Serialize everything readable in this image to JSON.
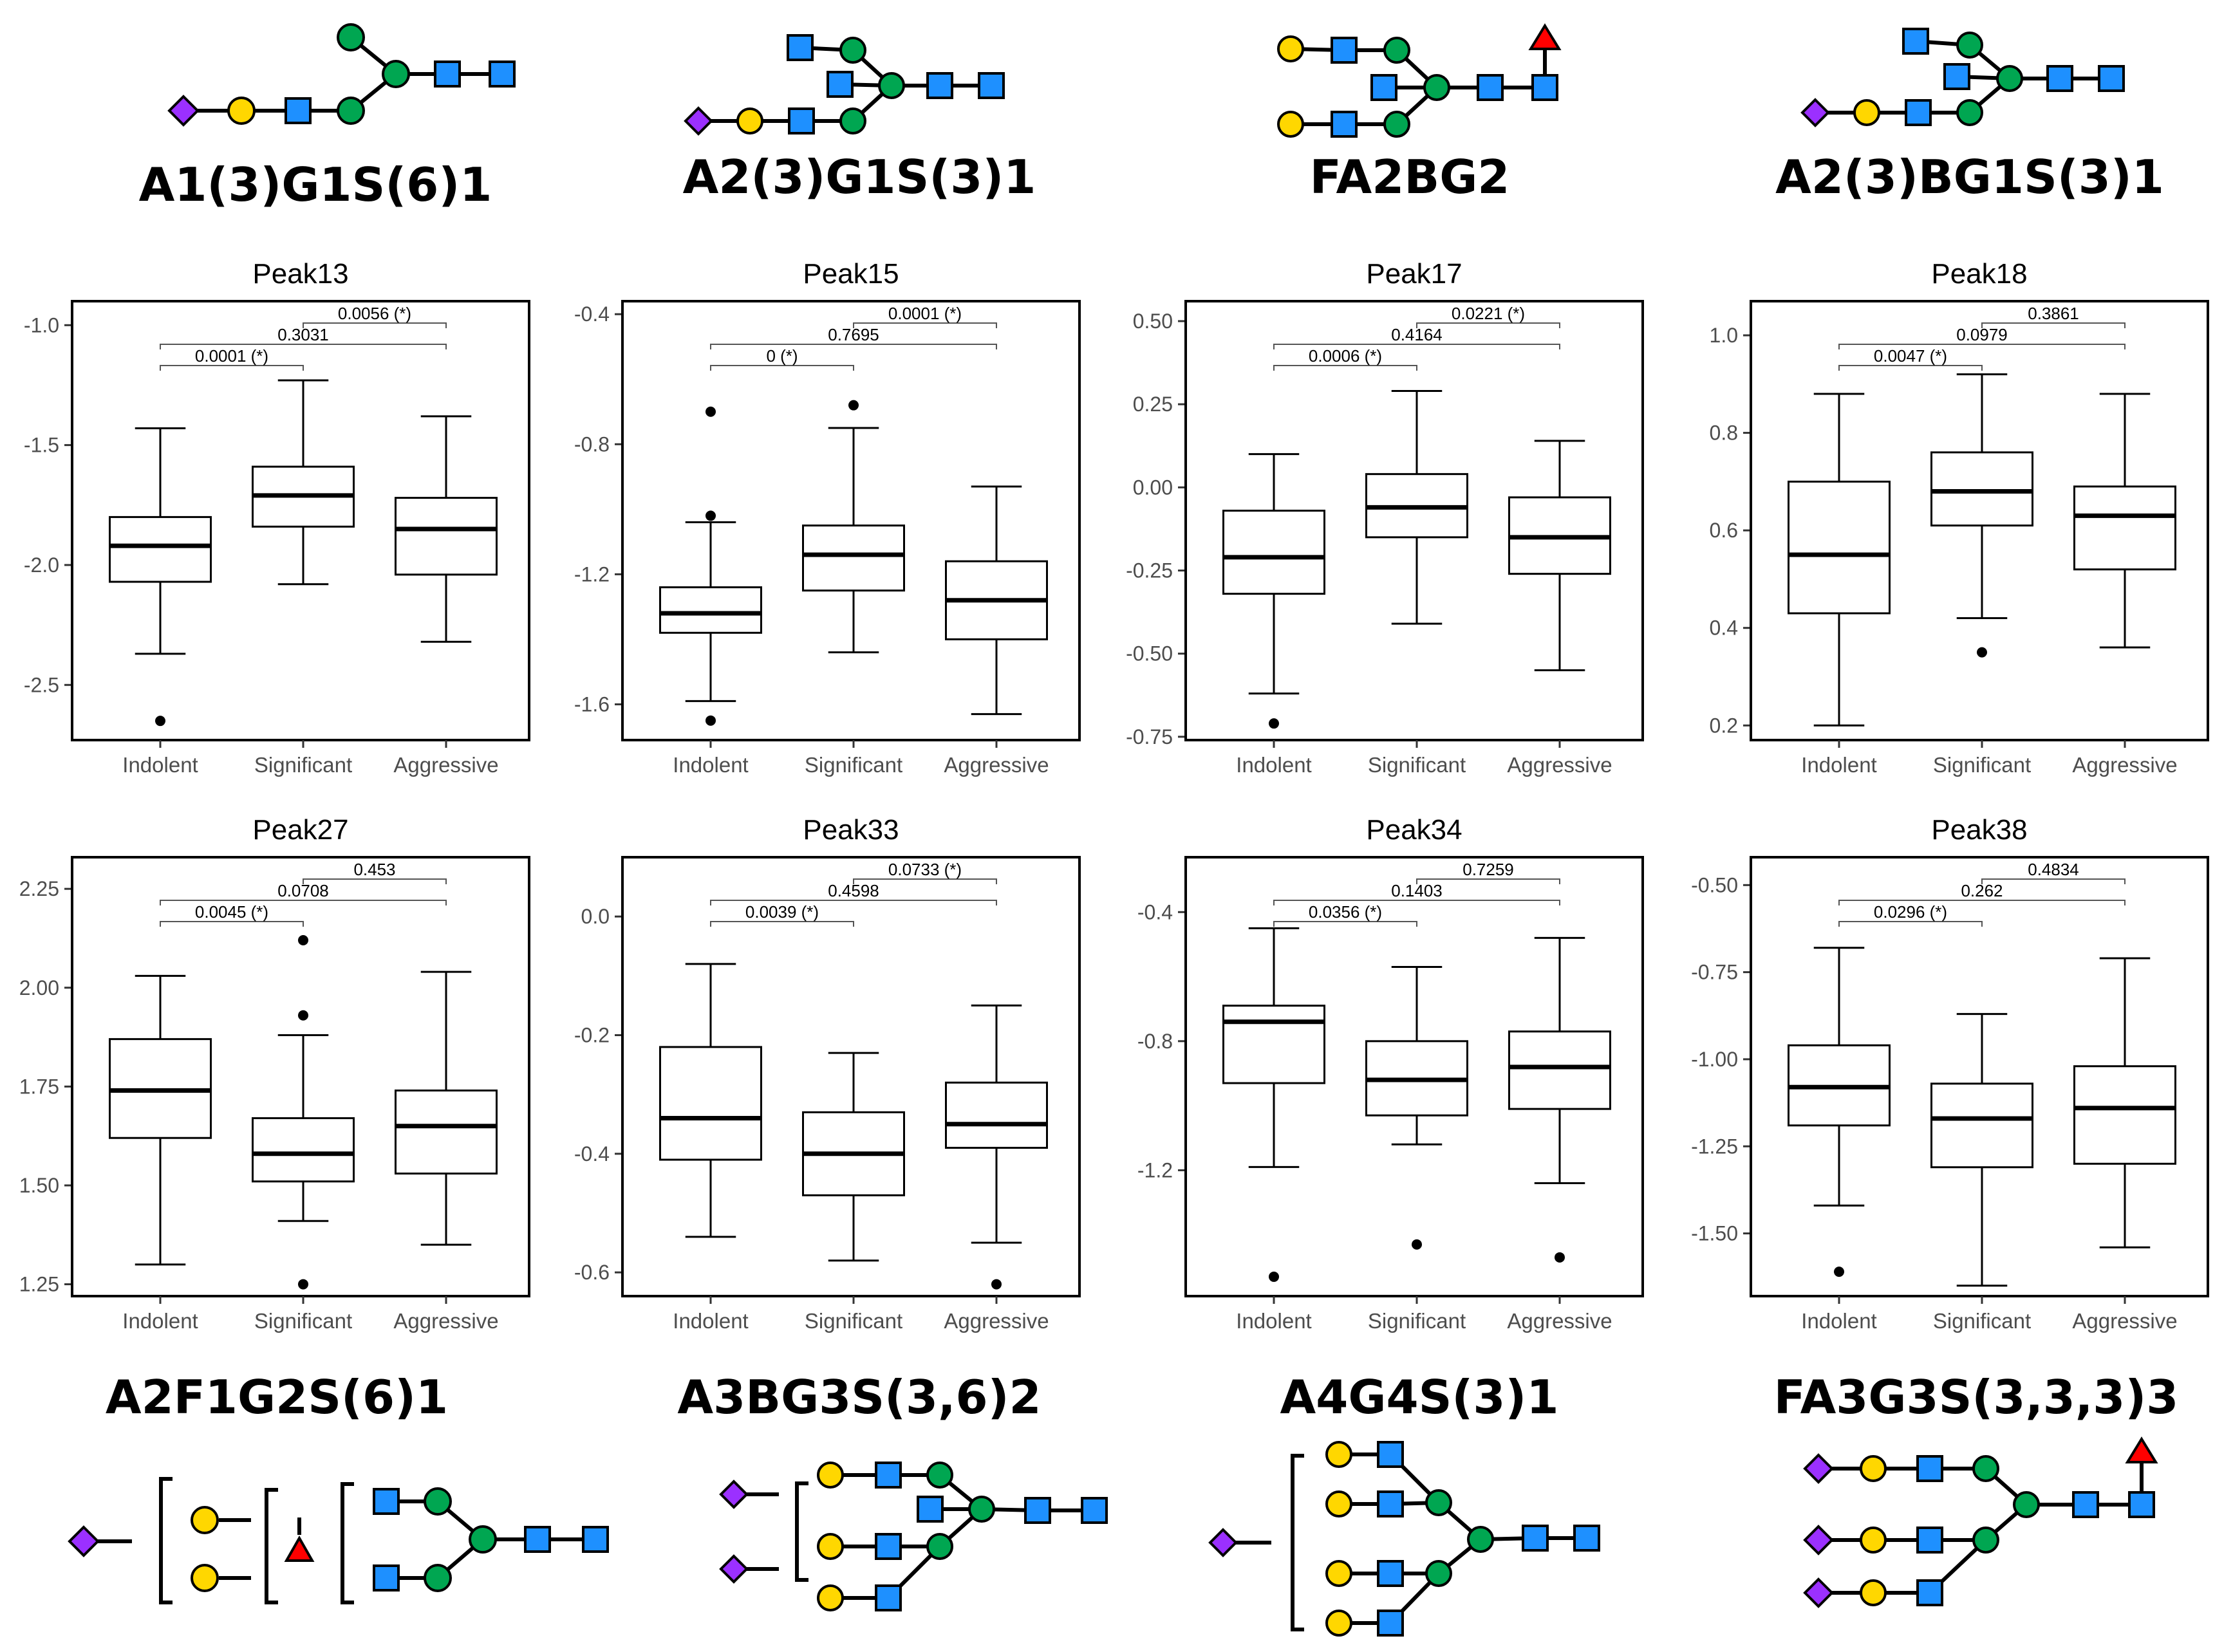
{
  "colors": {
    "sialic_acid": "#9b30ff",
    "galactose": "#ffd700",
    "glcnac": "#1e90ff",
    "mannose": "#00a651",
    "fucose": "#ff0000",
    "line": "#000000",
    "tick_label": "#4d4d4d"
  },
  "top_glycans": [
    "A1(3)G1S(6)1",
    "A2(3)G1S(3)1",
    "FA2BG2",
    "A2(3)BG1S(3)1"
  ],
  "bottom_glycans": [
    "A2F1G2S(6)1",
    "A3BG3S(3,6)2",
    "A4G4S(3)1",
    "FA3G3S(3,3,3)3"
  ],
  "chart_data": [
    {
      "type": "box",
      "title": "Peak13",
      "categories": [
        "Indolent",
        "Significant",
        "Aggressive"
      ],
      "ylim": [
        -2.73,
        -0.9
      ],
      "yticks": [
        -1.0,
        -1.5,
        -2.0,
        -2.5
      ],
      "ytick_labels": [
        "-1.0",
        "-1.5",
        "-2.0",
        "-2.5"
      ],
      "boxes": [
        {
          "whisker_low": -2.37,
          "q1": -2.07,
          "median": -1.92,
          "q3": -1.8,
          "whisker_high": -1.43,
          "outliers": [
            -2.65
          ]
        },
        {
          "whisker_low": -2.08,
          "q1": -1.84,
          "median": -1.71,
          "q3": -1.59,
          "whisker_high": -1.23,
          "outliers": []
        },
        {
          "whisker_low": -2.32,
          "q1": -2.04,
          "median": -1.85,
          "q3": -1.72,
          "whisker_high": -1.38,
          "outliers": []
        }
      ],
      "comparisons": [
        {
          "from": 0,
          "to": 1,
          "level": 0,
          "label": "0.0001 (*)"
        },
        {
          "from": 0,
          "to": 2,
          "level": 1,
          "label": "0.3031"
        },
        {
          "from": 1,
          "to": 2,
          "level": 2,
          "label": "0.0056 (*)"
        }
      ]
    },
    {
      "type": "box",
      "title": "Peak15",
      "categories": [
        "Indolent",
        "Significant",
        "Aggressive"
      ],
      "ylim": [
        -1.71,
        -0.36
      ],
      "yticks": [
        -0.4,
        -0.8,
        -1.2,
        -1.6
      ],
      "ytick_labels": [
        "-0.4",
        "-0.8",
        "-1.2",
        "-1.6"
      ],
      "boxes": [
        {
          "whisker_low": -1.59,
          "q1": -1.38,
          "median": -1.32,
          "q3": -1.24,
          "whisker_high": -1.04,
          "outliers": [
            -0.7,
            -1.02,
            -1.65
          ]
        },
        {
          "whisker_low": -1.44,
          "q1": -1.25,
          "median": -1.14,
          "q3": -1.05,
          "whisker_high": -0.75,
          "outliers": [
            -0.68
          ]
        },
        {
          "whisker_low": -1.63,
          "q1": -1.4,
          "median": -1.28,
          "q3": -1.16,
          "whisker_high": -0.93,
          "outliers": []
        }
      ],
      "comparisons": [
        {
          "from": 0,
          "to": 1,
          "level": 0,
          "label": "0 (*)"
        },
        {
          "from": 0,
          "to": 2,
          "level": 1,
          "label": "0.7695"
        },
        {
          "from": 1,
          "to": 2,
          "level": 2,
          "label": "0.0001 (*)"
        }
      ]
    },
    {
      "type": "box",
      "title": "Peak17",
      "categories": [
        "Indolent",
        "Significant",
        "Aggressive"
      ],
      "ylim": [
        -0.76,
        0.56
      ],
      "yticks": [
        0.5,
        0.25,
        0.0,
        -0.25,
        -0.5,
        -0.75
      ],
      "ytick_labels": [
        "0.50",
        "0.25",
        "0.00",
        "-0.25",
        "-0.50",
        "-0.75"
      ],
      "boxes": [
        {
          "whisker_low": -0.62,
          "q1": -0.32,
          "median": -0.21,
          "q3": -0.07,
          "whisker_high": 0.1,
          "outliers": [
            -0.71
          ]
        },
        {
          "whisker_low": -0.41,
          "q1": -0.15,
          "median": -0.06,
          "q3": 0.04,
          "whisker_high": 0.29,
          "outliers": []
        },
        {
          "whisker_low": -0.55,
          "q1": -0.26,
          "median": -0.15,
          "q3": -0.03,
          "whisker_high": 0.14,
          "outliers": []
        }
      ],
      "comparisons": [
        {
          "from": 0,
          "to": 1,
          "level": 0,
          "label": "0.0006 (*)"
        },
        {
          "from": 0,
          "to": 2,
          "level": 1,
          "label": "0.4164"
        },
        {
          "from": 1,
          "to": 2,
          "level": 2,
          "label": "0.0221 (*)"
        }
      ]
    },
    {
      "type": "box",
      "title": "Peak18",
      "categories": [
        "Indolent",
        "Significant",
        "Aggressive"
      ],
      "ylim": [
        0.17,
        1.07
      ],
      "yticks": [
        1.0,
        0.8,
        0.6,
        0.4,
        0.2
      ],
      "ytick_labels": [
        "1.0",
        "0.8",
        "0.6",
        "0.4",
        "0.2"
      ],
      "boxes": [
        {
          "whisker_low": 0.2,
          "q1": 0.43,
          "median": 0.55,
          "q3": 0.7,
          "whisker_high": 0.88,
          "outliers": []
        },
        {
          "whisker_low": 0.42,
          "q1": 0.61,
          "median": 0.68,
          "q3": 0.76,
          "whisker_high": 0.92,
          "outliers": [
            0.35
          ]
        },
        {
          "whisker_low": 0.36,
          "q1": 0.52,
          "median": 0.63,
          "q3": 0.69,
          "whisker_high": 0.88,
          "outliers": []
        }
      ],
      "comparisons": [
        {
          "from": 0,
          "to": 1,
          "level": 0,
          "label": "0.0047 (*)"
        },
        {
          "from": 0,
          "to": 2,
          "level": 1,
          "label": "0.0979"
        },
        {
          "from": 1,
          "to": 2,
          "level": 2,
          "label": "0.3861"
        }
      ]
    },
    {
      "type": "box",
      "title": "Peak27",
      "categories": [
        "Indolent",
        "Significant",
        "Aggressive"
      ],
      "ylim": [
        1.22,
        2.33
      ],
      "yticks": [
        2.25,
        2.0,
        1.75,
        1.5,
        1.25
      ],
      "ytick_labels": [
        "2.25",
        "2.00",
        "1.75",
        "1.50",
        "1.25"
      ],
      "boxes": [
        {
          "whisker_low": 1.3,
          "q1": 1.62,
          "median": 1.74,
          "q3": 1.87,
          "whisker_high": 2.03,
          "outliers": []
        },
        {
          "whisker_low": 1.41,
          "q1": 1.51,
          "median": 1.58,
          "q3": 1.67,
          "whisker_high": 1.88,
          "outliers": [
            2.12,
            1.93,
            1.25
          ]
        },
        {
          "whisker_low": 1.35,
          "q1": 1.53,
          "median": 1.65,
          "q3": 1.74,
          "whisker_high": 2.04,
          "outliers": []
        }
      ],
      "comparisons": [
        {
          "from": 0,
          "to": 1,
          "level": 0,
          "label": "0.0045 (*)"
        },
        {
          "from": 0,
          "to": 2,
          "level": 1,
          "label": "0.0708"
        },
        {
          "from": 1,
          "to": 2,
          "level": 2,
          "label": "0.453"
        }
      ]
    },
    {
      "type": "box",
      "title": "Peak33",
      "categories": [
        "Indolent",
        "Significant",
        "Aggressive"
      ],
      "ylim": [
        -0.64,
        0.1
      ],
      "yticks": [
        0.0,
        -0.2,
        -0.4,
        -0.6
      ],
      "ytick_labels": [
        "0.0",
        "-0.2",
        "-0.4",
        "-0.6"
      ],
      "boxes": [
        {
          "whisker_low": -0.54,
          "q1": -0.41,
          "median": -0.34,
          "q3": -0.22,
          "whisker_high": -0.08,
          "outliers": []
        },
        {
          "whisker_low": -0.58,
          "q1": -0.47,
          "median": -0.4,
          "q3": -0.33,
          "whisker_high": -0.23,
          "outliers": []
        },
        {
          "whisker_low": -0.55,
          "q1": -0.39,
          "median": -0.35,
          "q3": -0.28,
          "whisker_high": -0.15,
          "outliers": [
            -0.62
          ]
        }
      ],
      "comparisons": [
        {
          "from": 0,
          "to": 1,
          "level": 0,
          "label": "0.0039 (*)"
        },
        {
          "from": 0,
          "to": 2,
          "level": 1,
          "label": "0.4598"
        },
        {
          "from": 1,
          "to": 2,
          "level": 2,
          "label": "0.0733 (*)"
        }
      ]
    },
    {
      "type": "box",
      "title": "Peak34",
      "categories": [
        "Indolent",
        "Significant",
        "Aggressive"
      ],
      "ylim": [
        -1.59,
        -0.23
      ],
      "yticks": [
        -0.4,
        -0.8,
        -1.2
      ],
      "ytick_labels": [
        "-0.4",
        "-0.8",
        "-1.2"
      ],
      "boxes": [
        {
          "whisker_low": -1.19,
          "q1": -0.93,
          "median": -0.74,
          "q3": -0.69,
          "whisker_high": -0.45,
          "outliers": [
            -1.53
          ]
        },
        {
          "whisker_low": -1.12,
          "q1": -1.03,
          "median": -0.92,
          "q3": -0.8,
          "whisker_high": -0.57,
          "outliers": [
            -1.43
          ]
        },
        {
          "whisker_low": -1.24,
          "q1": -1.01,
          "median": -0.88,
          "q3": -0.77,
          "whisker_high": -0.48,
          "outliers": [
            -1.47
          ]
        }
      ],
      "comparisons": [
        {
          "from": 0,
          "to": 1,
          "level": 0,
          "label": "0.0356 (*)"
        },
        {
          "from": 0,
          "to": 2,
          "level": 1,
          "label": "0.1403"
        },
        {
          "from": 1,
          "to": 2,
          "level": 2,
          "label": "0.7259"
        }
      ]
    },
    {
      "type": "box",
      "title": "Peak38",
      "categories": [
        "Indolent",
        "Significant",
        "Aggressive"
      ],
      "ylim": [
        -1.68,
        -0.42
      ],
      "yticks": [
        -0.5,
        -0.75,
        -1.0,
        -1.25,
        -1.5
      ],
      "ytick_labels": [
        "-0.50",
        "-0.75",
        "-1.00",
        "-1.25",
        "-1.50"
      ],
      "boxes": [
        {
          "whisker_low": -1.42,
          "q1": -1.19,
          "median": -1.08,
          "q3": -0.96,
          "whisker_high": -0.68,
          "outliers": [
            -1.61
          ]
        },
        {
          "whisker_low": -1.65,
          "q1": -1.31,
          "median": -1.17,
          "q3": -1.07,
          "whisker_high": -0.87,
          "outliers": []
        },
        {
          "whisker_low": -1.54,
          "q1": -1.3,
          "median": -1.14,
          "q3": -1.02,
          "whisker_high": -0.71,
          "outliers": []
        }
      ],
      "comparisons": [
        {
          "from": 0,
          "to": 1,
          "level": 0,
          "label": "0.0296 (*)"
        },
        {
          "from": 0,
          "to": 2,
          "level": 1,
          "label": "0.262"
        },
        {
          "from": 1,
          "to": 2,
          "level": 2,
          "label": "0.4834"
        }
      ]
    }
  ]
}
